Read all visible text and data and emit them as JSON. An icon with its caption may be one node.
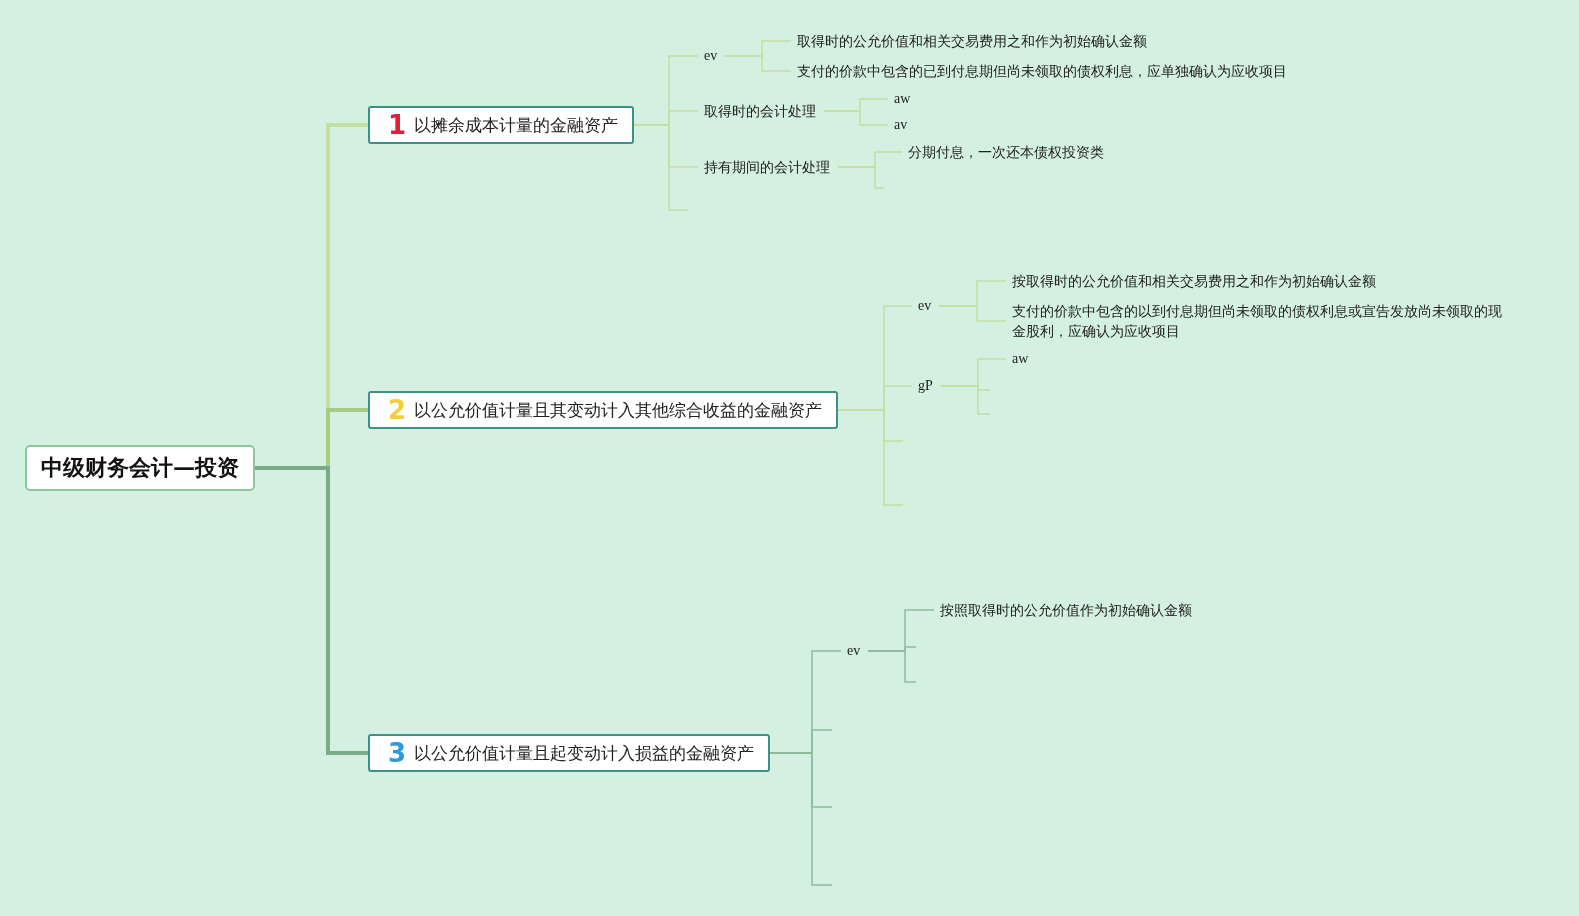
{
  "diagram": {
    "nodes": [
      {
        "text": [
          "中级财务会计—投资"
        ]
      },
      {
        "text": [
          "1",
          "以摊余成本计量的金融资产"
        ]
      },
      {
        "text": [
          "ev"
        ]
      },
      {
        "text": [
          "取得时的公允价值和相关交易费用之和作为初始确认金额"
        ]
      },
      {
        "text": [
          "支付的价款中包含的已到付息期但尚未领取的债权利息，应单独确认为应收项目"
        ]
      },
      {
        "text": [
          "取得时的会计处理"
        ]
      },
      {
        "text": [
          "aw"
        ]
      },
      {
        "text": [
          "av"
        ]
      },
      {
        "text": [
          "持有期间的会计处理"
        ]
      },
      {
        "text": [
          "分期付息，一次还本债权投资类"
        ]
      },
      {
        "text": [
          "2",
          "以公允价值计量且其变动计入其他综合收益的金融资产"
        ]
      },
      {
        "text": [
          "ev"
        ]
      },
      {
        "text": [
          "按取得时的公允价值和相关交易费用之和作为初始确认金额"
        ]
      },
      {
        "text": [
          "支付的价款中包含的以到付息期但尚未领取的债权利息或宣告发放尚未领取的现金股利，应确认为应收项目"
        ]
      },
      {
        "text": [
          "gP"
        ]
      },
      {
        "text": [
          "aw"
        ]
      },
      {
        "text": [
          "3",
          "以公允价值计量且起变动计入损益的金融资产"
        ]
      },
      {
        "text": [
          "ev"
        ]
      },
      {
        "text": [
          "按照取得时的公允价值作为初始确认金额"
        ]
      }
    ],
    "edges": [
      {
        "from": 0,
        "to": 1,
        "arrow": "none",
        "style": "thick"
      },
      {
        "from": 0,
        "to": 10,
        "arrow": "none",
        "style": "thick",
        "color": "#a6cc84"
      },
      {
        "from": 0,
        "to": 16,
        "arrow": "none",
        "style": "thick",
        "color": "#7aab86"
      },
      {
        "from": 1,
        "to": 2,
        "arrow": "none"
      },
      {
        "from": 2,
        "to": 3,
        "arrow": "none"
      },
      {
        "from": 2,
        "to": 4,
        "arrow": "none"
      },
      {
        "from": 1,
        "to": 5,
        "arrow": "none"
      },
      {
        "from": 5,
        "to": 6,
        "arrow": "none"
      },
      {
        "from": 5,
        "to": 7,
        "arrow": "none"
      },
      {
        "from": 1,
        "to": 8,
        "arrow": "none"
      },
      {
        "from": 8,
        "to": 9,
        "arrow": "none"
      },
      {
        "from": 8,
        "to": null,
        "arrow": "none"
      },
      {
        "from": 1,
        "to": null,
        "arrow": "none"
      },
      {
        "from": 10,
        "to": 11,
        "arrow": "none"
      },
      {
        "from": 11,
        "to": 12,
        "arrow": "none"
      },
      {
        "from": 11,
        "to": 13,
        "arrow": "none"
      },
      {
        "from": 10,
        "to": 14,
        "arrow": "none"
      },
      {
        "from": 14,
        "to": 15,
        "arrow": "none"
      },
      {
        "from": 14,
        "to": null,
        "arrow": "none"
      },
      {
        "from": 14,
        "to": null,
        "arrow": "none"
      },
      {
        "from": 10,
        "to": null,
        "arrow": "none"
      },
      {
        "from": 10,
        "to": null,
        "arrow": "none"
      },
      {
        "from": 16,
        "to": 17,
        "arrow": "none",
        "color": "#8fbb9c"
      },
      {
        "from": 17,
        "to": 18,
        "arrow": "none",
        "color": "#8fbb9c"
      },
      {
        "from": 17,
        "to": null,
        "arrow": "none",
        "color": "#8fbb9c"
      },
      {
        "from": 17,
        "to": null,
        "arrow": "none",
        "color": "#8fbb9c"
      },
      {
        "from": 16,
        "to": null,
        "arrow": "none",
        "color": "#8fbb9c"
      },
      {
        "from": 16,
        "to": null,
        "arrow": "none",
        "color": "#8fbb9c"
      },
      {
        "from": 16,
        "to": null,
        "arrow": "none",
        "color": "#8fbb9c"
      }
    ]
  }
}
